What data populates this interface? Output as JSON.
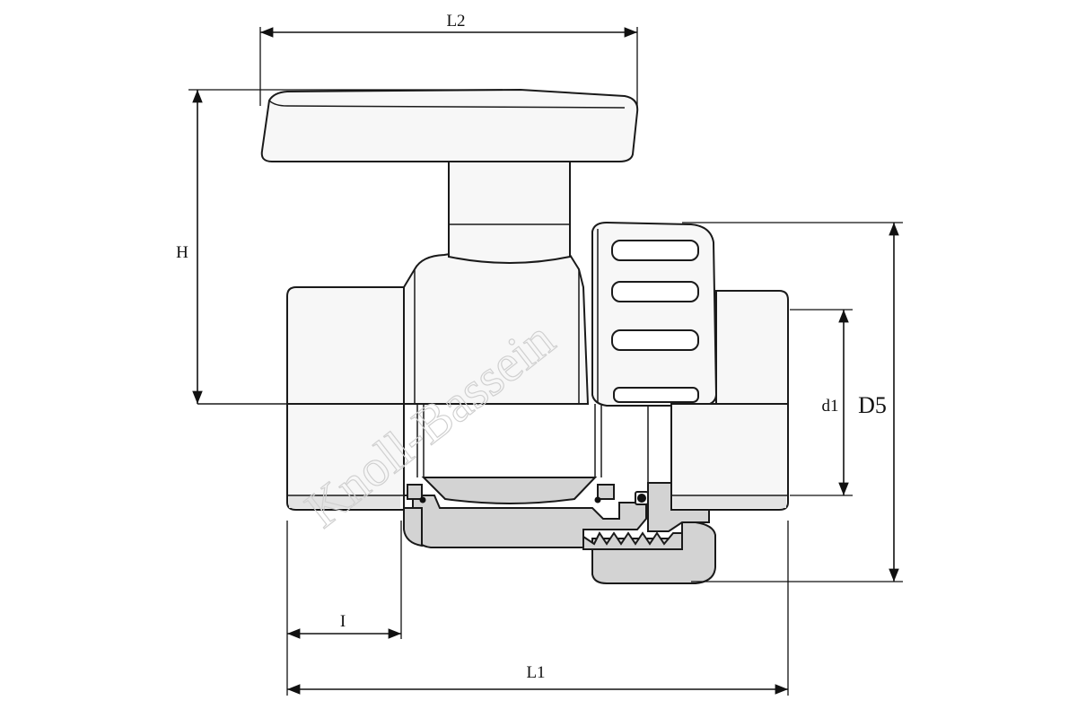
{
  "drawing": {
    "dimension_labels": {
      "L2": "L2",
      "H": "H",
      "d1": "d1",
      "D5": "D5",
      "I": "I",
      "L1": "L1"
    }
  },
  "watermark": "Knoll-Bassein"
}
